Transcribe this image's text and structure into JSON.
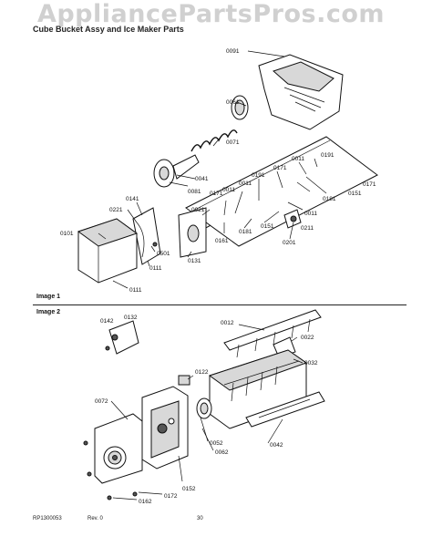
{
  "watermark": "AppliancePartsPros.com",
  "header_text": "Cube Bucket Assy and Ice Maker Parts",
  "images": [
    {
      "label": "Image 1"
    },
    {
      "label": "Image 2"
    }
  ],
  "callouts_image1": [
    "0091",
    "0061",
    "0071",
    "0041",
    "0081",
    "0191",
    "0011",
    "0171",
    "0191",
    "0171",
    "0011",
    "0171",
    "0011",
    "0181",
    "0151",
    "0141",
    "0221",
    "0021",
    "0161",
    "0181",
    "0151",
    "0011",
    "0211",
    "0201",
    "0101",
    "0501",
    "0111",
    "0131",
    "0111"
  ],
  "callouts_image2": [
    "0142",
    "0132",
    "0012",
    "0022",
    "0122",
    "0032",
    "0072",
    "0052",
    "0062",
    "0042",
    "0152",
    "0162",
    "0172"
  ],
  "footer": {
    "doc_id": "RP1300053",
    "rev": "Rev. 0",
    "page": "30"
  }
}
